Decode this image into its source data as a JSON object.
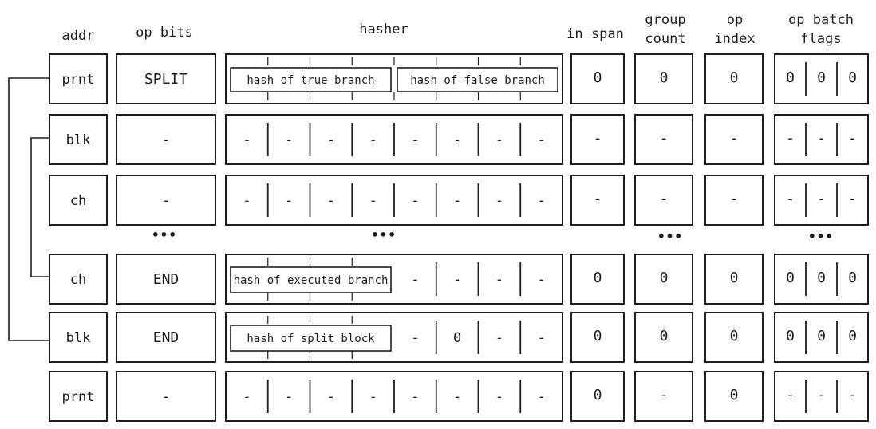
{
  "headers": {
    "addr": "addr",
    "op_bits": "op bits",
    "hasher": "hasher",
    "in_span": "in span",
    "group_count_1": "group",
    "group_count_2": "count",
    "op_index_1": "op",
    "op_index_2": "index",
    "op_batch_flags_1": "op batch",
    "op_batch_flags_2": "flags"
  },
  "rows": [
    {
      "addr": "prnt",
      "op_bits": "SPLIT",
      "hasher_labels": [
        "hash of true branch",
        "hash of false branch"
      ],
      "hasher_cells": [],
      "in_span": "0",
      "group_count": "0",
      "op_index": "0",
      "flags": [
        "0",
        "0",
        "0"
      ]
    },
    {
      "addr": "blk",
      "op_bits": "-",
      "hasher_labels": [],
      "hasher_cells": [
        "-",
        "-",
        "-",
        "-",
        "-",
        "-",
        "-",
        "-"
      ],
      "in_span": "-",
      "group_count": "-",
      "op_index": "-",
      "flags": [
        "-",
        "-",
        "-"
      ]
    },
    {
      "addr": "ch",
      "op_bits": "-",
      "hasher_labels": [],
      "hasher_cells": [
        "-",
        "-",
        "-",
        "-",
        "-",
        "-",
        "-",
        "-"
      ],
      "in_span": "-",
      "group_count": "-",
      "op_index": "-",
      "flags": [
        "-",
        "-",
        "-"
      ]
    },
    {
      "addr": "ch",
      "op_bits": "END",
      "hasher_labels": [
        "hash of executed branch"
      ],
      "hasher_cells": [
        "-",
        "-",
        "-",
        "-"
      ],
      "in_span": "0",
      "group_count": "0",
      "op_index": "0",
      "flags": [
        "0",
        "0",
        "0"
      ]
    },
    {
      "addr": "blk",
      "op_bits": "END",
      "hasher_labels": [
        "hash of split block"
      ],
      "hasher_cells": [
        "-",
        "0",
        "-",
        "-"
      ],
      "in_span": "0",
      "group_count": "0",
      "op_index": "0",
      "flags": [
        "0",
        "0",
        "0"
      ]
    },
    {
      "addr": "prnt",
      "op_bits": "-",
      "hasher_labels": [],
      "hasher_cells": [
        "-",
        "-",
        "-",
        "-",
        "-",
        "-",
        "-",
        "-"
      ],
      "in_span": "0",
      "group_count": "-",
      "op_index": "0",
      "flags": [
        "-",
        "-",
        "-"
      ]
    }
  ],
  "ellipsis": {
    "op_bits": "•••",
    "hasher": "•••",
    "group_count": "•••",
    "op_batch_flags": "•••"
  }
}
